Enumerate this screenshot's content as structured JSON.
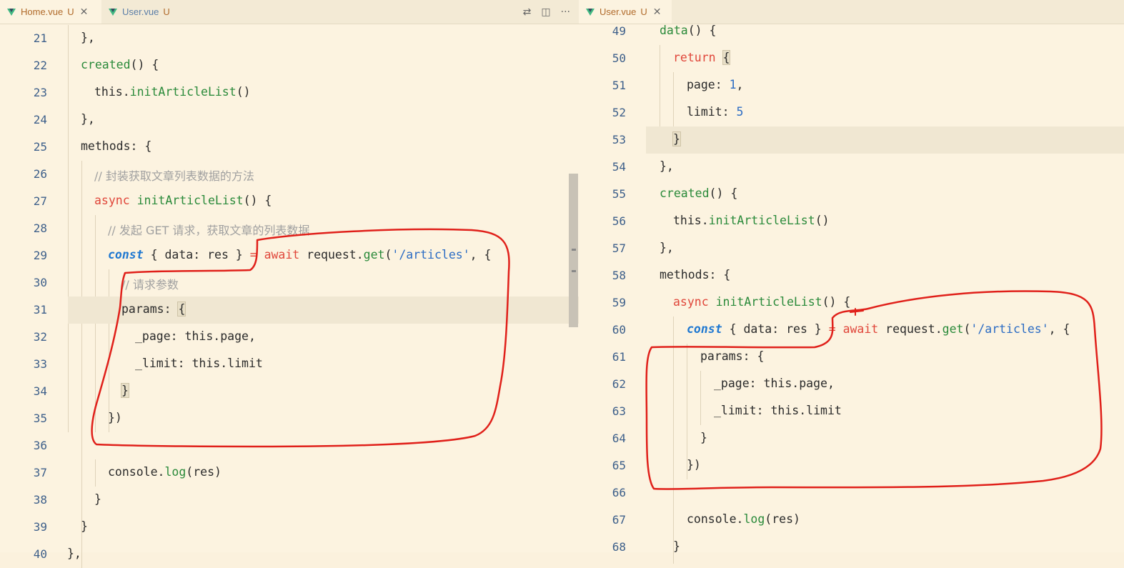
{
  "left_pane": {
    "tabs": [
      {
        "label": "Home.vue",
        "status": "U",
        "close": "✕",
        "active": true
      },
      {
        "label": "User.vue",
        "status": "U",
        "active": false
      }
    ],
    "actions": [
      "compare-icon",
      "split-editor-icon",
      "more-actions-icon"
    ],
    "action_glyphs": [
      "⇄",
      "◫",
      "···"
    ],
    "lines": [
      {
        "n": "21"
      },
      {
        "n": "22"
      },
      {
        "n": "23"
      },
      {
        "n": "24"
      },
      {
        "n": "25"
      },
      {
        "n": "26"
      },
      {
        "n": "27"
      },
      {
        "n": "28"
      },
      {
        "n": "29"
      },
      {
        "n": "30"
      },
      {
        "n": "31"
      },
      {
        "n": "32"
      },
      {
        "n": "33"
      },
      {
        "n": "34"
      },
      {
        "n": "35"
      },
      {
        "n": "36"
      },
      {
        "n": "37"
      },
      {
        "n": "38"
      },
      {
        "n": "39"
      },
      {
        "n": "40"
      }
    ]
  },
  "right_pane": {
    "tabs": [
      {
        "label": "User.vue",
        "status": "U",
        "close": "✕",
        "active": true
      }
    ],
    "lines": [
      {
        "n": "49"
      },
      {
        "n": "50"
      },
      {
        "n": "51"
      },
      {
        "n": "52"
      },
      {
        "n": "53"
      },
      {
        "n": "54"
      },
      {
        "n": "55"
      },
      {
        "n": "56"
      },
      {
        "n": "57"
      },
      {
        "n": "58"
      },
      {
        "n": "59"
      },
      {
        "n": "60"
      },
      {
        "n": "61"
      },
      {
        "n": "62"
      },
      {
        "n": "63"
      },
      {
        "n": "64"
      },
      {
        "n": "65"
      },
      {
        "n": "66"
      },
      {
        "n": "67"
      },
      {
        "n": "68"
      }
    ]
  },
  "code": {
    "l21": "},",
    "l22_fn": "created",
    "l22_rest": "() {",
    "l23_a": "this.",
    "l23_fn": "initArticleList",
    "l23_b": "()",
    "l24": "},",
    "l25": "methods: {",
    "l26": "// 封装获取文章列表数据的方法",
    "l27_kw": "async",
    "l27_fn": "initArticleList",
    "l27_rest": "() {",
    "l28": "// 发起 GET 请求，获取文章的列表数据",
    "l29_const": "const",
    "l29_a": " { data: res } ",
    "l29_eq": "=",
    "l29_await": "await",
    "l29_b": " request.",
    "l29_get": "get",
    "l29_c": "(",
    "l29_str": "'/articles'",
    "l29_d": ", {",
    "l30": "// 请求参数",
    "l31_a": "params: ",
    "l31_b": "{",
    "l32": "_page: this.page,",
    "l33": "_limit: this.limit",
    "l34": "}",
    "l35": "})",
    "l37_a": "console.",
    "l37_fn": "log",
    "l37_b": "(res)",
    "l38": "}",
    "l39": "}",
    "l40": "},",
    "r49_fn": "data",
    "r49_rest": "() {",
    "r50_kw": "return",
    "r50_b": "{",
    "r51_a": "page: ",
    "r51_n": "1",
    "r51_b": ",",
    "r52_a": "limit: ",
    "r52_n": "5",
    "r53": "}",
    "r54": "},",
    "r55_fn": "created",
    "r55_rest": "() {",
    "r56_a": "this.",
    "r56_fn": "initArticleList",
    "r56_b": "()",
    "r57": "},",
    "r58": "methods: {",
    "r59_kw": "async",
    "r59_fn": "initArticleList",
    "r59_rest": "() {",
    "r60_const": "const",
    "r60_a": " { data: res } ",
    "r60_eq": "=",
    "r60_await": "await",
    "r60_b": " request.",
    "r60_get": "get",
    "r60_c": "(",
    "r60_str": "'/articles'",
    "r60_d": ", {",
    "r61": "params: {",
    "r62": "_page: this.page,",
    "r63": "_limit: this.limit",
    "r64": "}",
    "r65": "})",
    "r67_a": "console.",
    "r67_fn": "log",
    "r67_b": "(res)",
    "r68": "}"
  },
  "annotation_color": "#e0201a"
}
